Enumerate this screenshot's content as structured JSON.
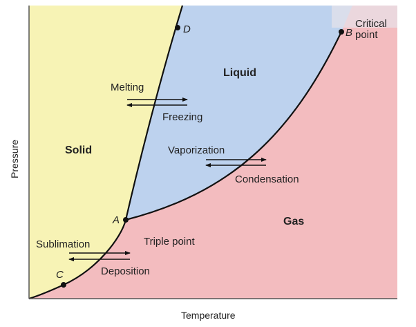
{
  "regions": {
    "solid": "Solid",
    "liquid": "Liquid",
    "gas": "Gas"
  },
  "processes": {
    "melting": "Melting",
    "freezing": "Freezing",
    "vaporization": "Vaporization",
    "condensation": "Condensation",
    "sublimation": "Sublimation",
    "deposition": "Deposition"
  },
  "points": {
    "a": "A",
    "b": "B",
    "c": "C",
    "d": "D",
    "triple_point": "Triple point",
    "critical_point_line1": "Critical",
    "critical_point_line2": "point"
  },
  "axes": {
    "x": "Temperature",
    "y": "Pressure"
  },
  "colors": {
    "solid": "#f7f3b5",
    "liquid": "#bdd2ee",
    "gas": "#f3bcbf",
    "supercritical": "#e7e3ea",
    "line": "#111111"
  }
}
